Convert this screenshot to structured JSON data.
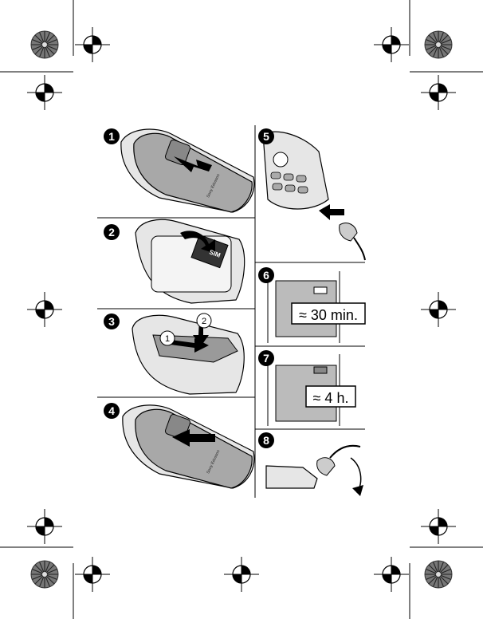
{
  "steps": [
    {
      "number": "1"
    },
    {
      "number": "2",
      "sim_label": "SIM"
    },
    {
      "number": "3",
      "substep_a": "1",
      "substep_b": "2"
    },
    {
      "number": "4"
    },
    {
      "number": "5"
    },
    {
      "number": "6",
      "time_label": "≈ 30 min."
    },
    {
      "number": "7",
      "time_label": "≈ 4 h."
    },
    {
      "number": "8"
    }
  ],
  "brand_text": "Sony Ericsson",
  "colors": {
    "ink": "#000000",
    "cover": "#a8a8a8",
    "phone_body": "#e6e6e6",
    "screen": "#8c8c8c"
  },
  "icons": [
    "registration-mark-icon",
    "color-wheel-icon",
    "phone-cover-icon",
    "sim-card-icon",
    "battery-icon",
    "charger-plug-icon",
    "arrow-icon"
  ]
}
